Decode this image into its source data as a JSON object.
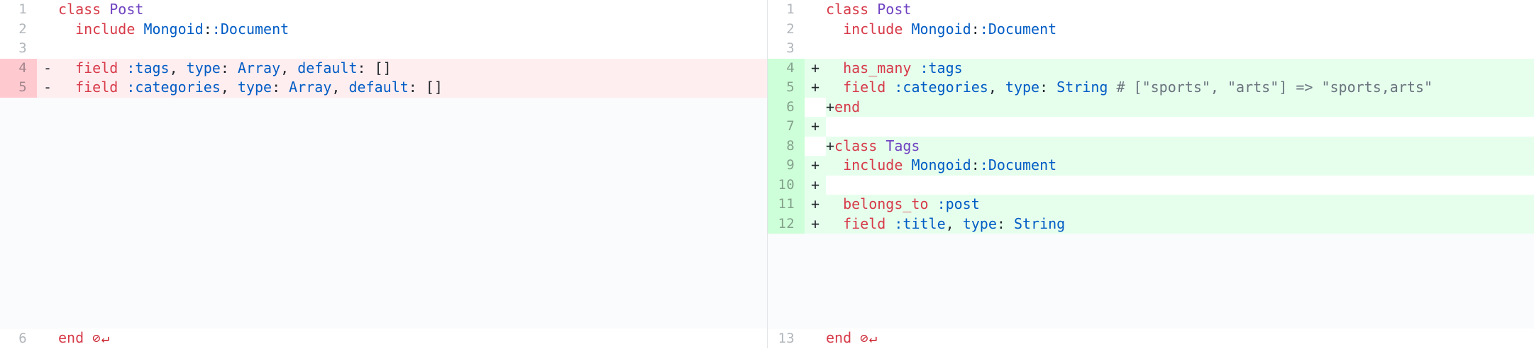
{
  "view": {
    "kind": "split-diff",
    "language": "ruby",
    "colors": {
      "deleted_gutter": "#ffc9d0",
      "deleted_bg": "#ffeef0",
      "added_gutter": "#cdffd8",
      "added_bg": "#e6ffed",
      "context_bg": "#ffffff",
      "filler_bg": "#fafbfc",
      "line_number": "#b1b6bb",
      "divider": "#e1e4e8"
    }
  },
  "left": {
    "label": "original",
    "rows": [
      {
        "number": "1",
        "marker": "",
        "type": "ctx",
        "text": "class Post"
      },
      {
        "number": "2",
        "marker": "",
        "type": "ctx",
        "text": "  include Mongoid::Document"
      },
      {
        "number": "3",
        "marker": "",
        "type": "ctx",
        "text": ""
      },
      {
        "number": "4",
        "marker": "-",
        "type": "del",
        "text": "  field :tags, type: Array, default: []"
      },
      {
        "number": "5",
        "marker": "-",
        "type": "del",
        "text": "  field :categories, type: Array, default: []"
      }
    ],
    "tail_rows": [
      {
        "number": "6",
        "marker": "",
        "type": "ctx",
        "text": "end",
        "eof": "⊘↵"
      }
    ]
  },
  "right": {
    "label": "modified",
    "rows": [
      {
        "number": "1",
        "marker": "",
        "type": "ctx",
        "text": "class Post"
      },
      {
        "number": "2",
        "marker": "",
        "type": "ctx",
        "text": "  include Mongoid::Document"
      },
      {
        "number": "3",
        "marker": "",
        "type": "ctx",
        "text": ""
      },
      {
        "number": "4",
        "marker": "+",
        "type": "add",
        "text": "  has_many :tags"
      },
      {
        "number": "5",
        "marker": "+",
        "type": "add",
        "text": "  field :categories, type: String # [\"sports\", \"arts\"] => \"sports,arts\""
      },
      {
        "number": "6",
        "marker": "+",
        "type": "add",
        "text": "end",
        "tight": true
      },
      {
        "number": "7",
        "marker": "+",
        "type": "add",
        "text": ""
      },
      {
        "number": "8",
        "marker": "+",
        "type": "add",
        "text": "class Tags",
        "tight": true
      },
      {
        "number": "9",
        "marker": "+",
        "type": "add",
        "text": "  include Mongoid::Document"
      },
      {
        "number": "10",
        "marker": "+",
        "type": "add",
        "text": ""
      },
      {
        "number": "11",
        "marker": "+",
        "type": "add",
        "text": "  belongs_to :post"
      },
      {
        "number": "12",
        "marker": "+",
        "type": "add",
        "text": "  field :title, type: String"
      }
    ],
    "tail_rows": [
      {
        "number": "13",
        "marker": "",
        "type": "ctx",
        "text": "end",
        "eof": "⊘↵"
      }
    ]
  }
}
